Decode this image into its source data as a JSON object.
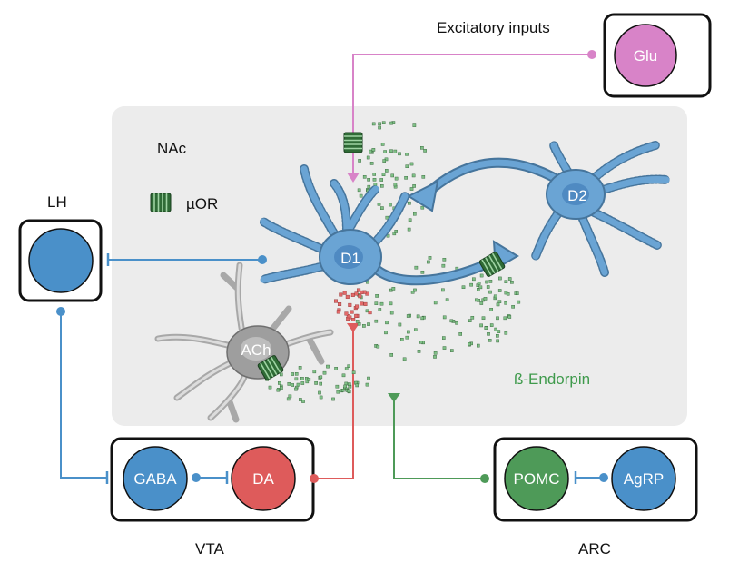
{
  "labels": {
    "nac": "NAc",
    "receptor": "µOR",
    "excitatory": "Excitatory inputs",
    "lh": "LH",
    "vta": "VTA",
    "arc": "ARC",
    "endorphin": "ß-Endorpin"
  },
  "nodes": {
    "glu": "Glu",
    "lh": "",
    "gaba": "GABA",
    "da": "DA",
    "pomc": "POMC",
    "agrp": "AgRP",
    "d1": "D1",
    "d2": "D2",
    "ach": "ACh"
  },
  "colors": {
    "blue": "#4a90c9",
    "neuron_blue": "#6aa4d4",
    "red": "#de5b5b",
    "green": "#4e9a58",
    "pink": "#d883c8",
    "gray_bg": "#ececec"
  }
}
